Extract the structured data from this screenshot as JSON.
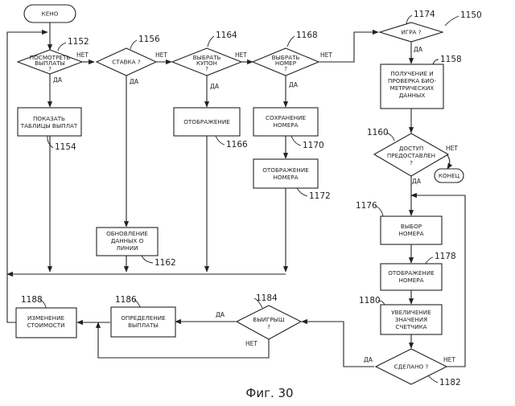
{
  "diagram": {
    "ref_label": "1150",
    "caption": "Фиг. 30",
    "nodes": {
      "start": {
        "lines": [
          "КЕНО"
        ]
      },
      "view_payouts": {
        "lines": [
          "ПОСМОТРЕТЬ",
          "ВЫПЛАТЫ",
          "?"
        ],
        "ref": "1152"
      },
      "show_pay_tables": {
        "lines": [
          "ПОКАЗАТЬ",
          "ТАБЛИЦЫ ВЫПЛАТ"
        ],
        "ref": "1154"
      },
      "bet": {
        "lines": [
          "СТАВКА ?"
        ],
        "ref": "1156"
      },
      "update_line": {
        "lines": [
          "ОБНОВЛЕНИЕ",
          "ДАННЫХ О",
          "ЛИНИИ"
        ],
        "ref": "1162"
      },
      "choose_coupon": {
        "lines": [
          "ВЫБРАТЬ",
          "КУПОН",
          "?"
        ],
        "ref": "1164"
      },
      "display_coupon": {
        "lines": [
          "ОТОБРАЖЕНИЕ"
        ],
        "ref": "1166"
      },
      "choose_number": {
        "lines": [
          "ВЫБРАТЬ",
          "НОМЕР",
          "?"
        ],
        "ref": "1168"
      },
      "save_number": {
        "lines": [
          "СОХРАНЕНИЕ",
          "НОМЕРА"
        ],
        "ref": "1170"
      },
      "display_number_1": {
        "lines": [
          "ОТОБРАЖЕНИЕ",
          "НОМЕРА"
        ],
        "ref": "1172"
      },
      "game": {
        "lines": [
          "ИГРА ?"
        ],
        "ref": "1174"
      },
      "biometric": {
        "lines": [
          "ПОЛУЧЕНИЕ И",
          "ПРОВЕРКА БИО-",
          "МЕТРИЧЕСКИХ",
          "ДАННЫХ"
        ],
        "ref": "1158"
      },
      "access": {
        "lines": [
          "ДОСТУП",
          "ПРЕДОСТАВЛЕН",
          "?"
        ],
        "ref": "1160"
      },
      "end": {
        "lines": [
          "КОНЕЦ"
        ]
      },
      "select_number": {
        "lines": [
          "ВЫБОР",
          "НОМЕРА"
        ],
        "ref": "1176"
      },
      "display_number_2": {
        "lines": [
          "ОТОБРАЖЕНИЕ",
          "НОМЕРА"
        ],
        "ref": "1178"
      },
      "increase_counter": {
        "lines": [
          "УВЕЛИЧЕНИЕ",
          "ЗНАЧЕНИЯ",
          "СЧЕТЧИКА"
        ],
        "ref": "1180"
      },
      "done": {
        "lines": [
          "СДЕЛАНО ?"
        ],
        "ref": "1182"
      },
      "win": {
        "lines": [
          "ВЫИГРЫШ",
          "?"
        ],
        "ref": "1184"
      },
      "determine_payout": {
        "lines": [
          "ОПРЕДЕЛЕНИЕ",
          "ВЫПЛАТЫ"
        ],
        "ref": "1186"
      },
      "change_cost": {
        "lines": [
          "ИЗМЕНЕНИЕ",
          "СТОИМОСТИ"
        ],
        "ref": "1188"
      }
    },
    "edge_labels": {
      "view_yes": "ДА",
      "view_no": "НЕТ",
      "bet_yes": "ДА",
      "bet_no": "НЕТ",
      "coupon_yes": "ДА",
      "coupon_no": "НЕТ",
      "number_yes": "ДА",
      "number_no": "НЕТ",
      "game_yes": "ДА",
      "access_yes": "ДА",
      "access_no": "НЕТ",
      "done_yes": "ДА",
      "done_no": "НЕТ",
      "win_yes": "ДА",
      "win_no": "НЕТ"
    }
  }
}
